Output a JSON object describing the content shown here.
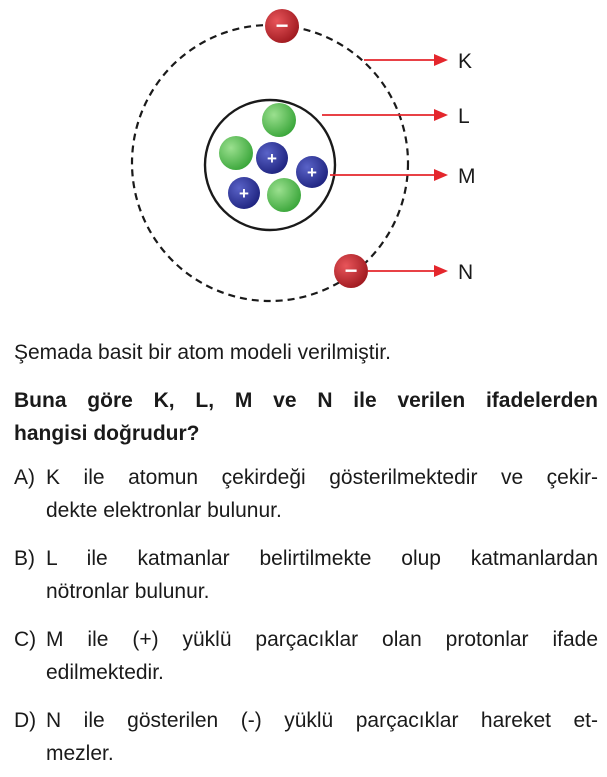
{
  "diagram": {
    "labels": {
      "k": "K",
      "l": "L",
      "m": "M",
      "n": "N"
    },
    "proton_sign": "+",
    "electron_sign": "−",
    "colors": {
      "arrow": "#e4262c",
      "proton": "#2e3192",
      "neutron": "#4cb848",
      "electron": "#c1272d",
      "orbit": "#1a1a1a"
    }
  },
  "text": {
    "intro": "Şemada basit bir atom modeli verilmiştir.",
    "question_line1": "Buna göre K, L, M ve N ile verilen ifadelerden",
    "question_line2": "hangisi doğrudur?"
  },
  "options": [
    {
      "letter": "A)",
      "line1": "K ile atomun çekirdeği gösterilmektedir ve çekir-",
      "line2": "dekte elektronlar bulunur."
    },
    {
      "letter": "B)",
      "line1": "L ile katmanlar belirtilmekte olup katmanlardan",
      "line2": "nötronlar bulunur."
    },
    {
      "letter": "C)",
      "line1": "M ile (+) yüklü parçacıklar olan protonlar ifade",
      "line2": "edilmektedir."
    },
    {
      "letter": "D)",
      "line1": "N ile gösterilen (-) yüklü parçacıklar hareket et-",
      "line2": "mezler."
    }
  ]
}
